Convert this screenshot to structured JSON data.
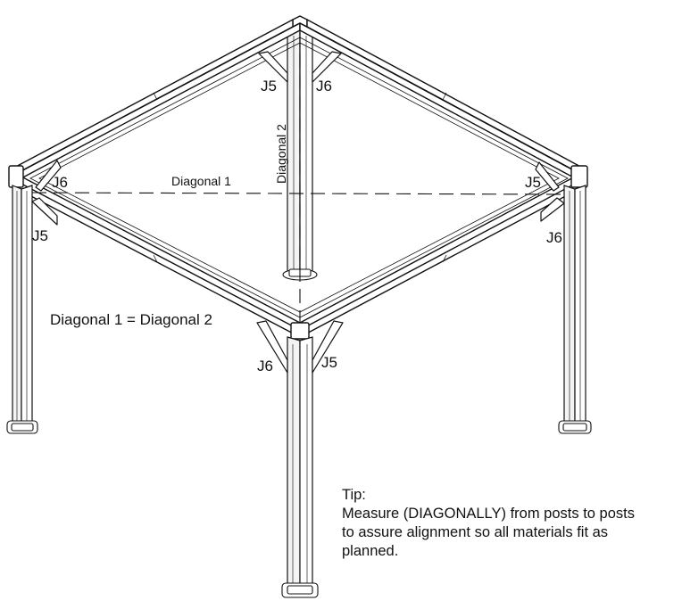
{
  "labels": {
    "diagonal1": "Diagonal 1",
    "diagonal2": "Diagonal 2",
    "equation": "Diagonal 1 = Diagonal 2",
    "joints": {
      "back_left": "J5",
      "back_right": "J6",
      "left_top": "J6",
      "left_bottom": "J5",
      "right_top": "J5",
      "right_bottom": "J6",
      "front_left": "J6",
      "front_right": "J5"
    }
  },
  "tip": {
    "heading": "Tip:",
    "line1": "Measure (DIAGONALLY) from posts to posts",
    "line2": "to assure alignment so all materials fit as",
    "line3": "planned."
  }
}
